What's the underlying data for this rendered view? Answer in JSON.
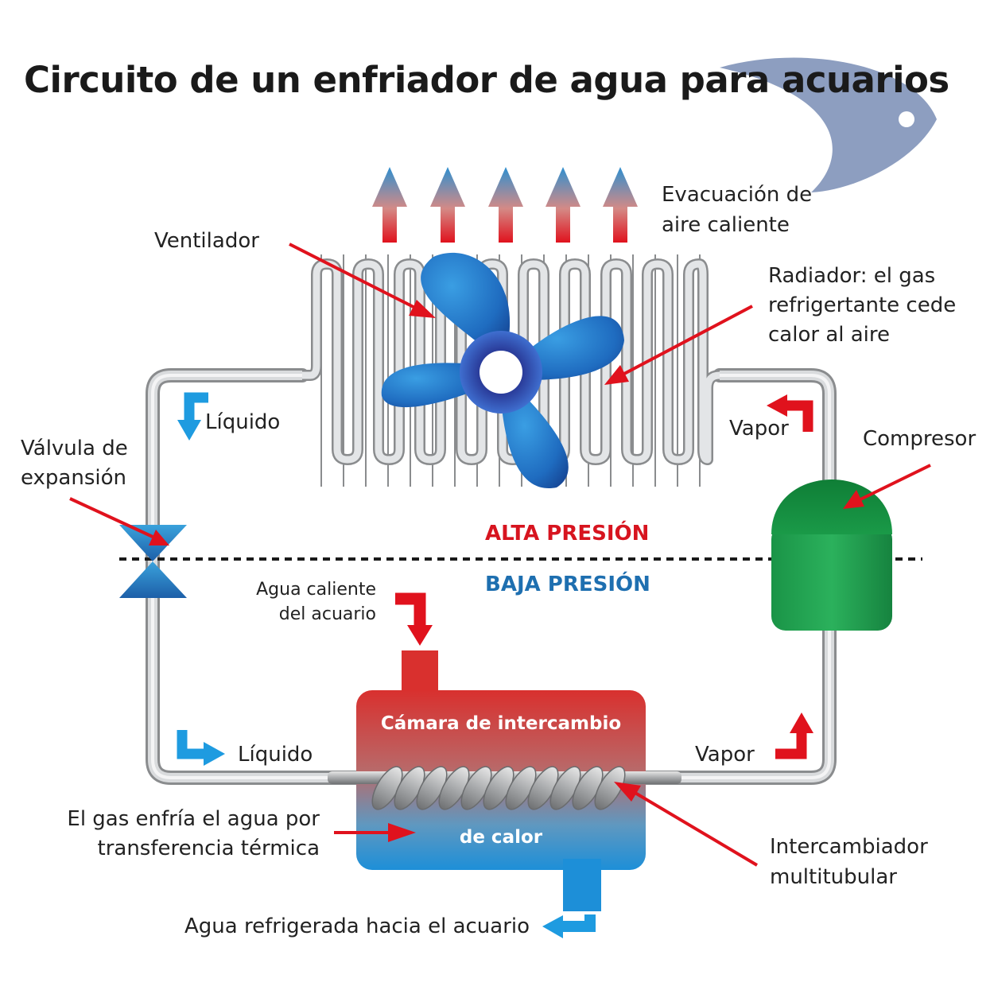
{
  "title": "Circuito de un enfriador de agua para acuarios",
  "labels": {
    "hot_air_line1": "Evacuación de",
    "hot_air_line2": "aire caliente",
    "fan": "Ventilador",
    "radiator_line1": "Radiador: el gas",
    "radiator_line2": "refrigertante cede",
    "radiator_line3": "calor al aire",
    "liquid_top": "Líquido",
    "vapor_top": "Vapor",
    "compressor": "Compresor",
    "valve_line1": "Válvula de",
    "valve_line2": "expansión",
    "high_pressure": "ALTA PRESIÓN",
    "low_pressure": "BAJA PRESIÓN",
    "hot_water_line1": "Agua caliente",
    "hot_water_line2": "del acuario",
    "chamber_line1": "Cámara de intercambio",
    "chamber_line2": "de calor",
    "liquid_bottom": "Líquido",
    "vapor_bottom": "Vapor",
    "gas_cools_line1": "El gas enfría el agua por",
    "gas_cools_line2": "transferencia térmica",
    "exchanger_line1": "Intercambiador",
    "exchanger_line2": "multitubular",
    "cold_water": "Agua refrigerada hacia el acuario"
  },
  "colors": {
    "high_pressure": "#d7141f",
    "low_pressure": "#1e6fb0",
    "pointer_arrow": "#e0121d",
    "flow_arrow_cold": "#1e9be0",
    "flow_arrow_hot": "#e0121d",
    "pipe": "#c8cacc",
    "fan": "#2a6fc2",
    "compressor": "#1e9a4a",
    "fish": "#8d9ec0"
  }
}
